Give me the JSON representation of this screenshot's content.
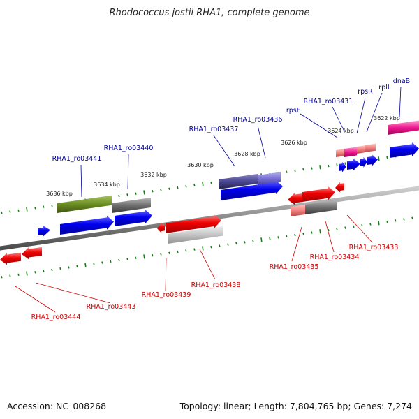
{
  "title": "Rhodococcus jostii RHA1, complete genome",
  "accession": "Accession: NC_008268",
  "topology": "Topology: linear; Length: 7,804,765 bp; Genes: 7,274",
  "kbp_ticks": [
    "3636 kbp",
    "3634 kbp",
    "3632 kbp",
    "3630 kbp",
    "3628 kbp",
    "3626 kbp",
    "3624 kbp",
    "3622 kbp"
  ],
  "upper_labels": [
    "RHA1_ro03441",
    "RHA1_ro03440",
    "RHA1_ro03437",
    "RHA1_ro03436",
    "rpsF",
    "RHA1_ro03431",
    "rpsR",
    "rplI",
    "dnaB"
  ],
  "lower_labels": [
    "RHA1_ro03444",
    "RHA1_ro03443",
    "RHA1_ro03439",
    "RHA1_ro03438",
    "RHA1_ro03435",
    "RHA1_ro03434",
    "RHA1_ro03433"
  ],
  "colors": {
    "forward_label": "#000099",
    "reverse_label": "#cc0000",
    "backbone": "#888888",
    "tick": "#1f7a1f",
    "forward_arrow": "#0000ee",
    "reverse_arrow": "#ee0000"
  }
}
